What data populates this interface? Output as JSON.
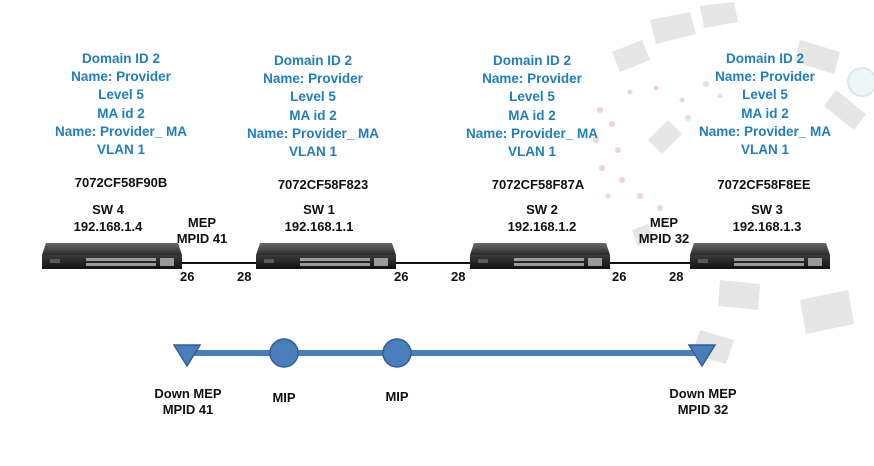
{
  "switches": [
    {
      "id": "sw4",
      "info": [
        "Domain ID 2",
        "Name: Provider",
        "Level  5",
        "MA id 2",
        "Name: Provider_ MA",
        "VLAN 1"
      ],
      "serial": "7072CF58F90B",
      "name": "SW 4",
      "ip": "192.168.1.4"
    },
    {
      "id": "sw1",
      "info": [
        "Domain ID 2",
        "Name: Provider",
        "Level  5",
        "MA id 2",
        "Name: Provider_ MA",
        "VLAN 1"
      ],
      "serial": "7072CF58F823",
      "name": "SW 1",
      "ip": "192.168.1.1"
    },
    {
      "id": "sw2",
      "info": [
        "Domain ID 2",
        "Name: Provider",
        "Level  5",
        "MA id 2",
        "Name: Provider_ MA",
        "VLAN 1"
      ],
      "serial": "7072CF58F87A",
      "name": "SW 2",
      "ip": "192.168.1.2"
    },
    {
      "id": "sw3",
      "info": [
        "Domain ID 2",
        "Name: Provider",
        "Level  5",
        "MA id 2",
        "Name: Provider_ MA",
        "VLAN 1"
      ],
      "serial": "7072CF58F8EE",
      "name": "SW 3",
      "ip": "192.168.1.3"
    }
  ],
  "mep_left": [
    "MEP",
    "MPID 41"
  ],
  "mep_right": [
    "MEP",
    "MPID 32"
  ],
  "ports": [
    "26",
    "28",
    "26",
    "28",
    "26",
    "28"
  ],
  "bottom": {
    "left": [
      "Down MEP",
      "MPID 41"
    ],
    "mip1": "MIP",
    "mip2": "MIP",
    "right": [
      "Down MEP",
      "MPID 32"
    ]
  },
  "colors": {
    "info_text": "#1f7fbf",
    "path_line": "#4a7ebb",
    "node_fill": "#4a7ebb",
    "label_text": "#111111"
  }
}
